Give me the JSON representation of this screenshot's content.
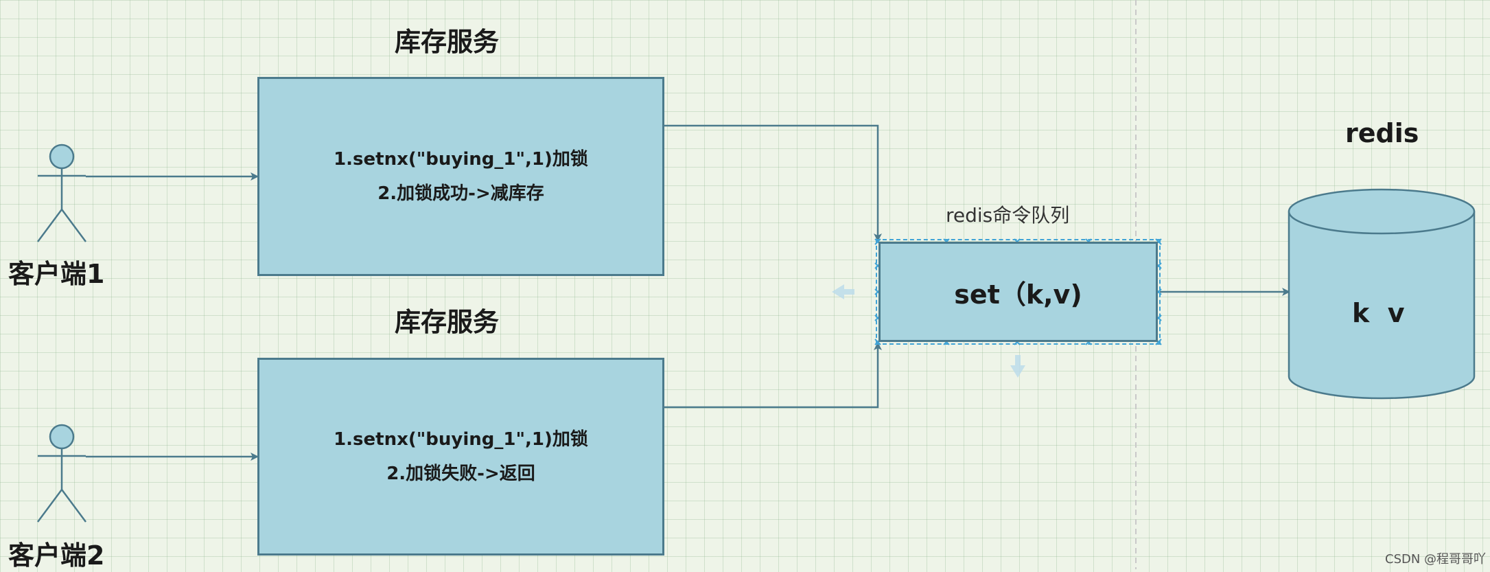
{
  "services": [
    {
      "title": "库存服务",
      "line1": "1.setnx(\"buying_1\",1)加锁",
      "line2": "2.加锁成功->减库存"
    },
    {
      "title": "库存服务",
      "line1": "1.setnx(\"buying_1\",1)加锁",
      "line2": "2.加锁失败->返回"
    }
  ],
  "clients": [
    {
      "label": "客户端1"
    },
    {
      "label": "客户端2"
    }
  ],
  "queue": {
    "label": "redis命令队列",
    "command": "set（k,v)"
  },
  "redis": {
    "title": "redis",
    "content": "k  v"
  },
  "watermark": "CSDN @程哥哥吖",
  "colors": {
    "background": "#eef4e8",
    "box_fill": "#a8d4df",
    "box_border": "#4b7a8c",
    "selection": "#3fa3d6"
  }
}
